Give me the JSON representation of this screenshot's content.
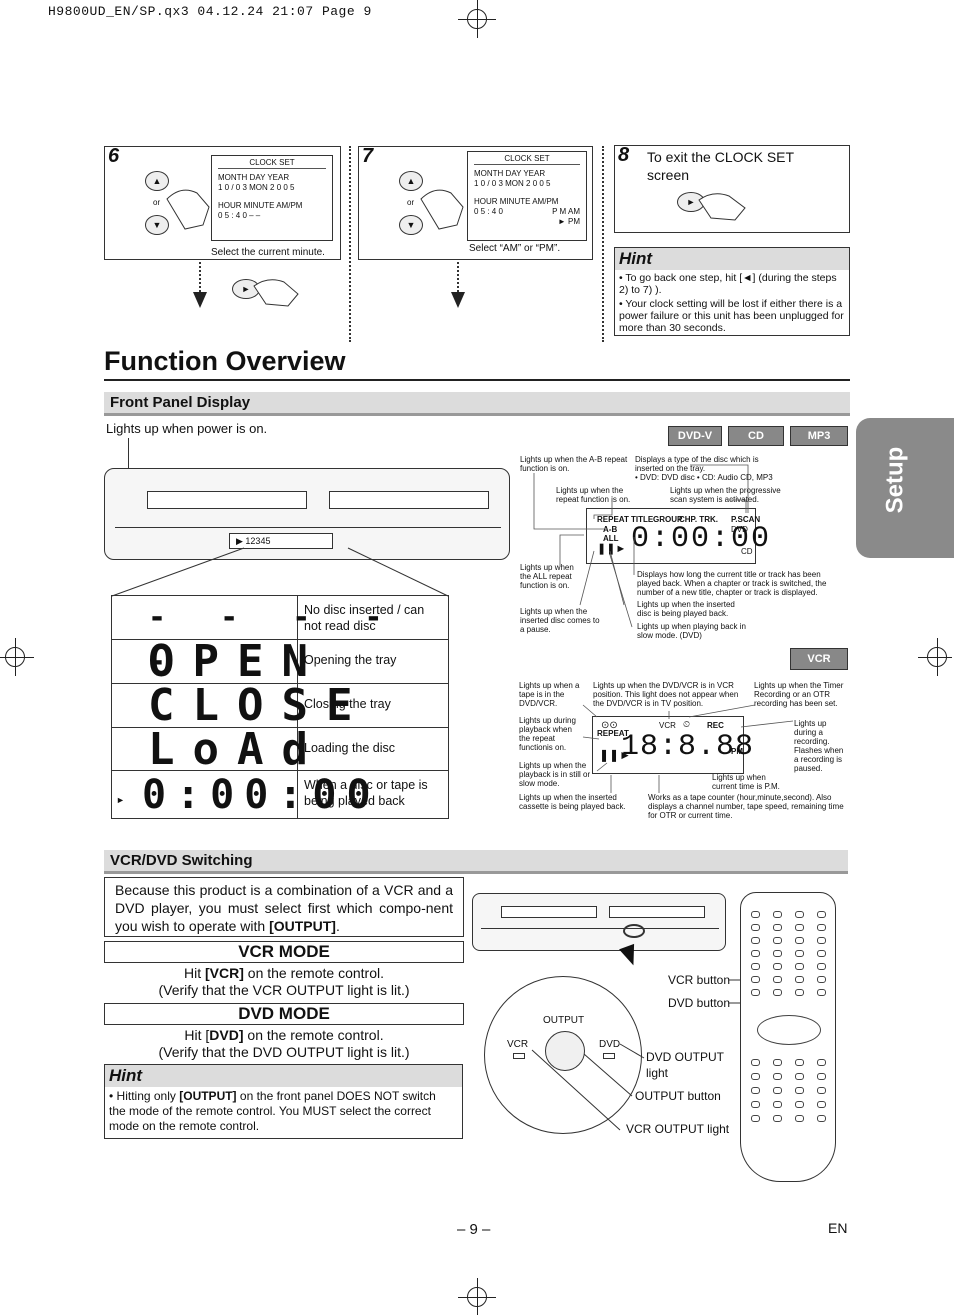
{
  "header": {
    "text": "H9800UD_EN/SP.qx3  04.12.24 21:07  Page 9"
  },
  "steps": {
    "s6": {
      "num": "6",
      "or": "or",
      "lcd_title": "CLOCK SET",
      "lcd_row1_labels": "MONTH  DAY       YEAR",
      "lcd_row1_values": "1 0  /  0 3  MON  2 0 0 5",
      "lcd_row2_labels": "HOUR  MINUTE     AM/PM",
      "lcd_row2_values": "0 5  :  4 0        – –",
      "caption": "Select the current minute."
    },
    "s7": {
      "num": "7",
      "or": "or",
      "lcd_title": "CLOCK SET",
      "lcd_row1_labels": "MONTH  DAY       YEAR",
      "lcd_row1_values": "1 0  /  0 3  MON 2 0 0 5",
      "lcd_row2_labels": "HOUR  MINUTE      AM/PM",
      "lcd_row2_values": "0 5  :  4 0",
      "lcd_am": "P M  AM",
      "lcd_pm": "► PM",
      "caption": "Select “AM” or “PM”."
    },
    "s8": {
      "num": "8",
      "text": "To exit the CLOCK SET screen"
    }
  },
  "hint_top": {
    "title": "Hint",
    "items": [
      "• To go back one step, hit [◄] (during the steps 2) to 7) ).",
      "• Your clock setting will be lost if either there is a power failure or this unit has been unplugged for more than 30 seconds."
    ]
  },
  "page_title": "Function Overview",
  "side_tab": "Setup",
  "front_panel": {
    "heading": "Front Panel Display",
    "power_note": "Lights up when power is on.",
    "badges": [
      "DVD-V",
      "CD",
      "MP3"
    ],
    "vcr_badge": "VCR",
    "device_display": "▶ 12345",
    "table": [
      {
        "seg": "- - - - -",
        "desc": "No disc inserted / can not read disc"
      },
      {
        "seg": "OPEN",
        "desc": "Opening the tray"
      },
      {
        "seg": "CLOSE",
        "desc": "Closing the tray"
      },
      {
        "seg": "LoAd",
        "desc": "Loading the disc"
      },
      {
        "seg": "0:00:00",
        "desc": "When a disc or tape is being played back",
        "mark": "►"
      }
    ],
    "dvd_callouts": {
      "ab": "Lights up when the A-B repeat function is on.",
      "disc_type": "Displays a type of the disc which is inserted on the tray.",
      "disc_type2": "• DVD: DVD disc   • CD: Audio CD, MP3",
      "repeat": "Lights up when the repeat function is on.",
      "pscan": "Lights up when the progressive scan system is activated.",
      "all": "Lights up when the ALL repeat function is on.",
      "pause": "Lights up when the inserted disc comes to a pause.",
      "time": "Displays how long the current title or track has been played back. When a chapter or track is switched, the number of a new title, chapter or track is displayed.",
      "played": "Lights up when the inserted disc is being played back.",
      "slow": "Lights up when playing back in slow mode. (DVD)"
    },
    "dvd_lcd": {
      "repeat": "REPEAT",
      "ab": "A-B",
      "all": "ALL",
      "title": "TITLE",
      "group": "GROUP",
      "chp": "CHP. TRK.",
      "pscan": "P.SCAN",
      "dvd": "DVD",
      "cd": "CD",
      "digits": "0:00:00"
    },
    "vcr_callouts": {
      "tape": "Lights up when a tape is in the DVD/VCR.",
      "vcr_pos": "Lights up when the DVD/VCR is in VCR position. This light does not appear when the DVD/VCR is in TV position.",
      "timer": "Lights up when the Timer Recording or an OTR recording has been set.",
      "repeat": "Lights up during playback when the repeat functionis on.",
      "rec": "Lights up during a recording. Flashes when a recording is paused.",
      "still": "Lights up when the playback is in still or slow mode.",
      "pm": "Lights up when current time is P.M.",
      "cassette": "Lights up when the inserted cassette is being played back.",
      "counter": "Works as a tape counter (hour,minute,second). Also displays a channel number, tape speed, remaining time for OTR or current time."
    },
    "vcr_lcd": {
      "vcr": "VCR",
      "rec": "REC",
      "repeat": "REPEAT",
      "pm": "PM",
      "digits": "18:8.88"
    }
  },
  "switching": {
    "heading": "VCR/DVD Switching",
    "intro": "Because this product is a combination of a VCR and a DVD player, you must select first which compo-nent you wish to operate with ",
    "intro_bold": "[OUTPUT]",
    "intro_end": ".",
    "vcr_mode": "VCR MODE",
    "vcr_line1_pre": "Hit ",
    "vcr_line1_bold": "[VCR]",
    "vcr_line1_post": " on the remote control.",
    "vcr_line2": "(Verify that the VCR OUTPUT light is lit.)",
    "dvd_mode": "DVD MODE",
    "dvd_line1_pre": "Hit [",
    "dvd_line1_bold": "DVD]",
    "dvd_line1_post": " on the remote control.",
    "dvd_line2": "(Verify that the DVD OUTPUT light is lit.)",
    "hint_title": "Hint",
    "hint_pre": "• Hitting only ",
    "hint_bold": "[OUTPUT]",
    "hint_post": " on the front panel DOES NOT switch the mode of the remote control. You MUST select the correct mode on the remote control.",
    "zoom_output": "OUTPUT",
    "zoom_vcr": "VCR",
    "zoom_dvd": "DVD",
    "labels": {
      "vcr_button": "VCR button",
      "dvd_button": "DVD button",
      "dvd_output": "DVD OUTPUT light",
      "output_button": "OUTPUT button",
      "vcr_output": "VCR OUTPUT light"
    }
  },
  "footer": {
    "page": "– 9 –",
    "lang": "EN"
  }
}
